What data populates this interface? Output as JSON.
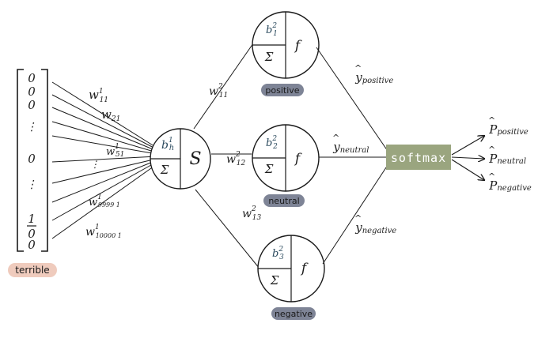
{
  "input_vector": {
    "values": [
      "0",
      "0",
      "0",
      "⋮",
      "0",
      "⋮",
      "1",
      "0",
      "0"
    ],
    "token_label": "terrible"
  },
  "input_weights": [
    {
      "w": "w",
      "sup": "1",
      "sub": "11"
    },
    {
      "w": "w",
      "sup": "",
      "sub": "21"
    },
    {
      "w": "w",
      "sup": "1",
      "sub": "51"
    },
    {
      "w": "w",
      "sup": "1",
      "sub": "9999 1"
    },
    {
      "w": "w",
      "sup": "1",
      "sub": "10000 1"
    }
  ],
  "hidden_node": {
    "bias": "b",
    "bias_sup": "1",
    "bias_sub": "h",
    "sum_symbol": "Σ",
    "activation": "S"
  },
  "hidden_weights": [
    {
      "w": "w",
      "sup": "2",
      "sub": "11"
    },
    {
      "w": "w",
      "sup": "2",
      "sub": "12"
    },
    {
      "w": "w",
      "sup": "2",
      "sub": "13"
    }
  ],
  "output_nodes": [
    {
      "bias": "b",
      "bias_sup": "2",
      "bias_sub": "1",
      "sum_symbol": "Σ",
      "activation": "f",
      "label": "positive",
      "yhat": "y",
      "yhat_sub": "positive"
    },
    {
      "bias": "b",
      "bias_sup": "2",
      "bias_sub": "2",
      "sum_symbol": "Σ",
      "activation": "f",
      "label": "neutral",
      "yhat": "y",
      "yhat_sub": "neutral"
    },
    {
      "bias": "b",
      "bias_sup": "2",
      "bias_sub": "3",
      "sum_symbol": "Σ",
      "activation": "f",
      "label": "negative",
      "yhat": "y",
      "yhat_sub": "negative"
    }
  ],
  "softmax": {
    "label": "softmax"
  },
  "outputs": [
    {
      "p": "P",
      "sub": "positive"
    },
    {
      "p": "P",
      "sub": "neutral"
    },
    {
      "p": "P",
      "sub": "negative"
    }
  ],
  "colors": {
    "token_tag": "#efcbbd",
    "output_tag": "#7e8496",
    "softmax_box": "#9aa57f",
    "bias_ink": "#2b4a5e",
    "line": "#1a1a1a"
  }
}
